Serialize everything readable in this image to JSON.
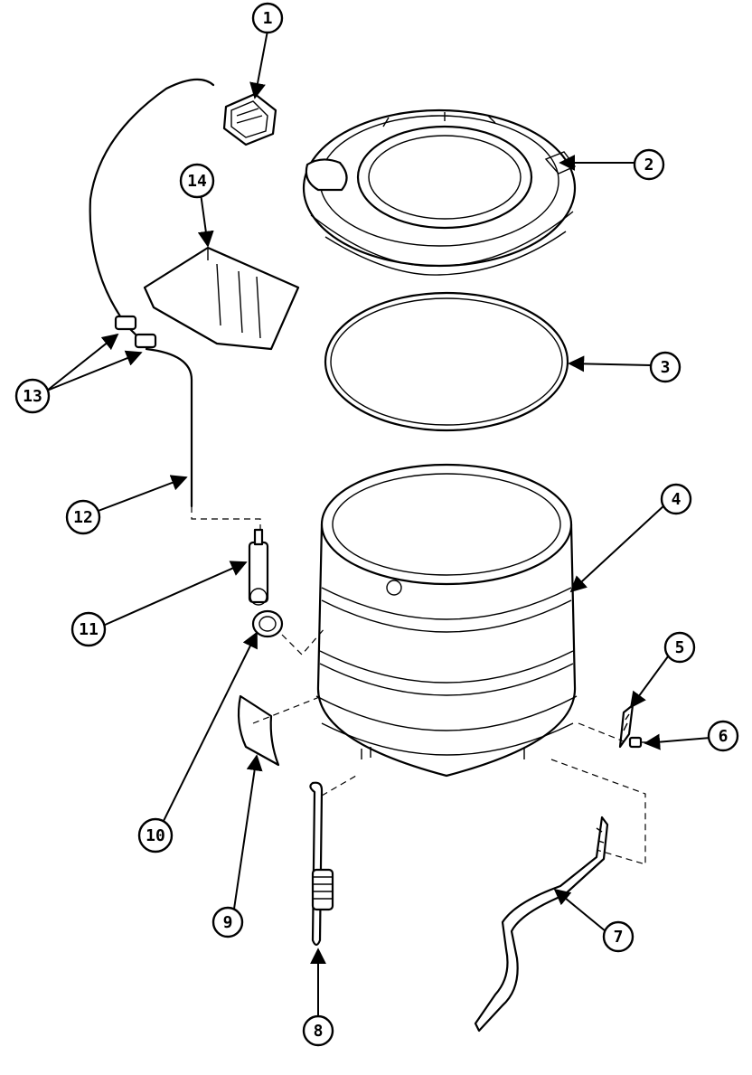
{
  "diagram": {
    "callouts": [
      "1",
      "2",
      "3",
      "4",
      "5",
      "6",
      "7",
      "8",
      "9",
      "10",
      "11",
      "12",
      "13",
      "14"
    ],
    "colors": {
      "ink": "#000000",
      "paper": "#ffffff"
    }
  }
}
